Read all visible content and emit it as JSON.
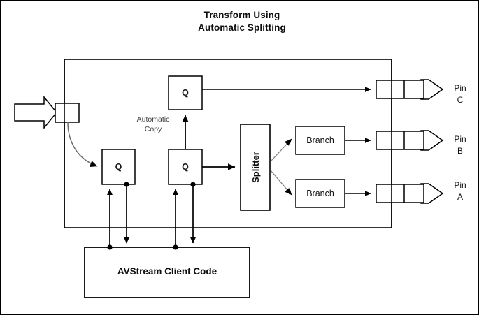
{
  "figure": {
    "title_line1": "Transform Using",
    "title_line2": "Automatic Splitting",
    "border_color": "#000000",
    "background_color": "#ffffff",
    "stroke_color": "#000000",
    "accent_gray": "#808080"
  },
  "annotations": {
    "automatic_copy_line1": "Automatic",
    "automatic_copy_line2": "Copy",
    "automatic_copy_color": "#3f3f3f"
  },
  "nodes": {
    "queue_1_label": "Q",
    "queue_2_label": "Q",
    "queue_3_label": "Q",
    "splitter_label": "Splitter",
    "branch_top_label": "Branch",
    "branch_bottom_label": "Branch",
    "client_label": "AVStream Client Code"
  },
  "pins": [
    {
      "id": "pin-c",
      "line1": "Pin",
      "line2": "C"
    },
    {
      "id": "pin-b",
      "line1": "Pin",
      "line2": "B"
    },
    {
      "id": "pin-a",
      "line1": "Pin",
      "line2": "A"
    }
  ]
}
